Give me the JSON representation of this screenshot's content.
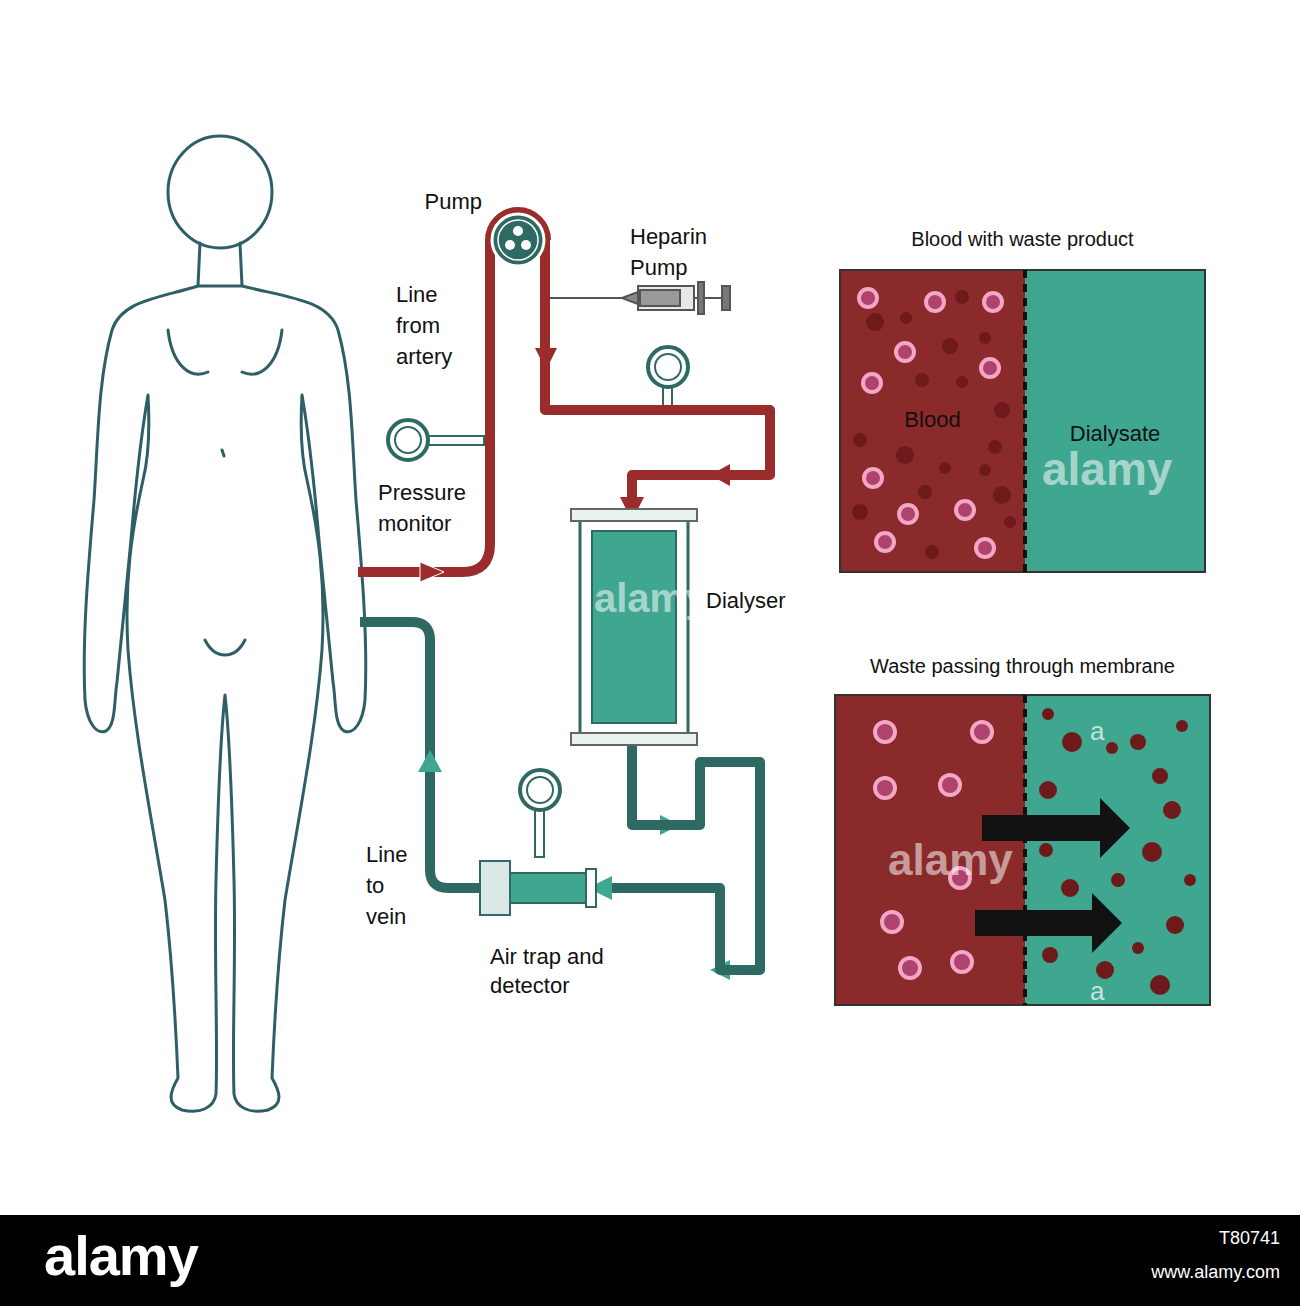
{
  "diagram": {
    "nodes": [
      {
        "text": [
          "Pump"
        ]
      },
      {
        "text": [
          "Dialyser"
        ]
      },
      {
        "text": [
          "Air trap and detector"
        ]
      },
      {
        "text": [
          "Blood with waste product"
        ]
      },
      {
        "text": [
          "Blood"
        ],
        "in": 3
      },
      {
        "text": [
          "Dialysate"
        ],
        "in": 3
      },
      {
        "text": [
          "Waste passing through membrane"
        ]
      }
    ],
    "edges": [
      {
        "from": 0,
        "to": 1,
        "arrow": "to"
      },
      {
        "from": 1,
        "to": 2,
        "arrow": "to"
      }
    ],
    "labels": [
      "Line from artery",
      "Pressure monitor",
      "Heparin Pump",
      "Line to vein",
      "alamy",
      "alamy",
      "alamy",
      "a",
      "a",
      "alamy",
      "T80741",
      "www.alamy.com"
    ]
  }
}
